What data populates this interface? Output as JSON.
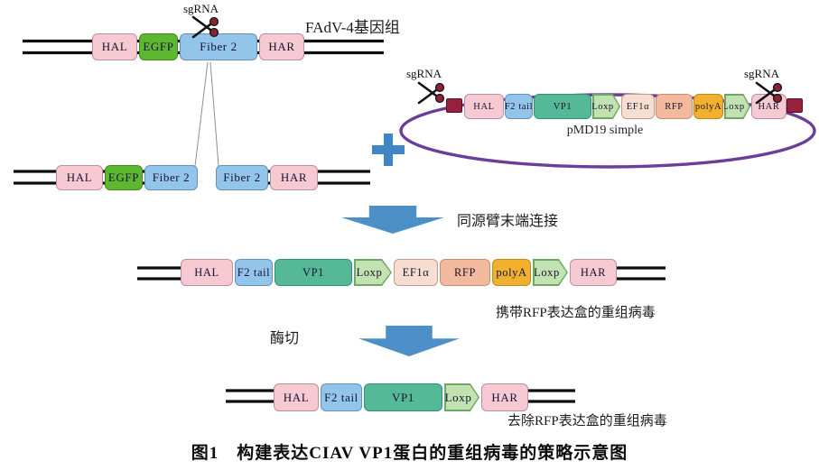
{
  "palette": {
    "hal": {
      "fill": "#f7c9d2",
      "border": "#b9919f"
    },
    "egfp": {
      "fill": "#5db830",
      "border": "#3f8c1c"
    },
    "fiber2": {
      "fill": "#93c4ea",
      "border": "#6590bf"
    },
    "vp1": {
      "fill": "#55b897",
      "border": "#31927a"
    },
    "loxp": {
      "fill": "#c3e2b2",
      "border": "#6fa765"
    },
    "ef1a": {
      "fill": "#f8ded0",
      "border": "#bf9c8d"
    },
    "rfp": {
      "fill": "#f3ba9d",
      "border": "#c38f77"
    },
    "polya": {
      "fill": "#f1b02d",
      "border": "#bd8a1e"
    },
    "plasmid_stroke": "#6b3e98",
    "dna_stroke": "#0d0d0d",
    "arrow_blue": "#4d8fc7",
    "scissor_handle": "#8e2133"
  },
  "labels": {
    "genome_title": "FAdV-4基因组",
    "sgrna_top": "sgRNA",
    "sgrna_left": "sgRNA",
    "sgrna_right": "sgRNA",
    "plasmid_name": "pMD19 simple",
    "plus": "+",
    "step1": "同源臂末端连接",
    "step2": "酶切",
    "rfp_virus_caption": "携带RFP表达盒的重组病毒",
    "final_virus_caption": "去除RFP表达盒的重组病毒",
    "figure_caption": "图1　构建表达CIAV VP1蛋白的重组病毒的策略示意图"
  },
  "constructs": {
    "genome": {
      "name": "FAdV-4 genome",
      "segments": [
        {
          "label": "HAL",
          "key": "hal"
        },
        {
          "label": "EGFP",
          "key": "egfp"
        },
        {
          "label": "Fiber 2",
          "key": "fiber2"
        },
        {
          "label": "HAR",
          "key": "hal"
        }
      ]
    },
    "cutLeft": {
      "name": "cut genome left fragment",
      "segments": [
        {
          "label": "HAL",
          "key": "hal"
        },
        {
          "label": "EGFP",
          "key": "egfp"
        },
        {
          "label": "Fiber 2",
          "key": "fiber2"
        }
      ]
    },
    "cutRight": {
      "name": "cut genome right fragment",
      "segments": [
        {
          "label": "Fiber 2",
          "key": "fiber2"
        },
        {
          "label": "HAR",
          "key": "hal"
        }
      ]
    },
    "donor": {
      "name": "pMD19 simple donor plasmid insert",
      "segments": [
        {
          "label": "HAL",
          "key": "hal"
        },
        {
          "label": "F2 tail",
          "key": "fiber2"
        },
        {
          "label": "VP1",
          "key": "vp1"
        },
        {
          "label": "Loxp",
          "key": "loxp",
          "shape": "arrow"
        },
        {
          "label": "EF1α",
          "key": "ef1a"
        },
        {
          "label": "RFP",
          "key": "rfp"
        },
        {
          "label": "polyA",
          "key": "polya"
        },
        {
          "label": "Loxp",
          "key": "loxp",
          "shape": "arrow"
        },
        {
          "label": "HAR",
          "key": "hal"
        }
      ]
    },
    "rfpVirus": {
      "name": "recombinant virus with RFP cassette",
      "segments": [
        {
          "label": "HAL",
          "key": "hal"
        },
        {
          "label": "F2 tail",
          "key": "fiber2"
        },
        {
          "label": "VP1",
          "key": "vp1"
        },
        {
          "label": "Loxp",
          "key": "loxp",
          "shape": "arrow"
        },
        {
          "label": "EF1α",
          "key": "ef1a"
        },
        {
          "label": "RFP",
          "key": "rfp"
        },
        {
          "label": "polyA",
          "key": "polya"
        },
        {
          "label": "Loxp",
          "key": "loxp",
          "shape": "arrow"
        },
        {
          "label": "HAR",
          "key": "hal"
        }
      ]
    },
    "finalVirus": {
      "name": "recombinant virus RFP removed",
      "segments": [
        {
          "label": "HAL",
          "key": "hal"
        },
        {
          "label": "F2 tail",
          "key": "fiber2"
        },
        {
          "label": "VP1",
          "key": "vp1"
        },
        {
          "label": "Loxp",
          "key": "loxp",
          "shape": "arrow"
        },
        {
          "label": "HAR",
          "key": "hal"
        }
      ]
    }
  }
}
